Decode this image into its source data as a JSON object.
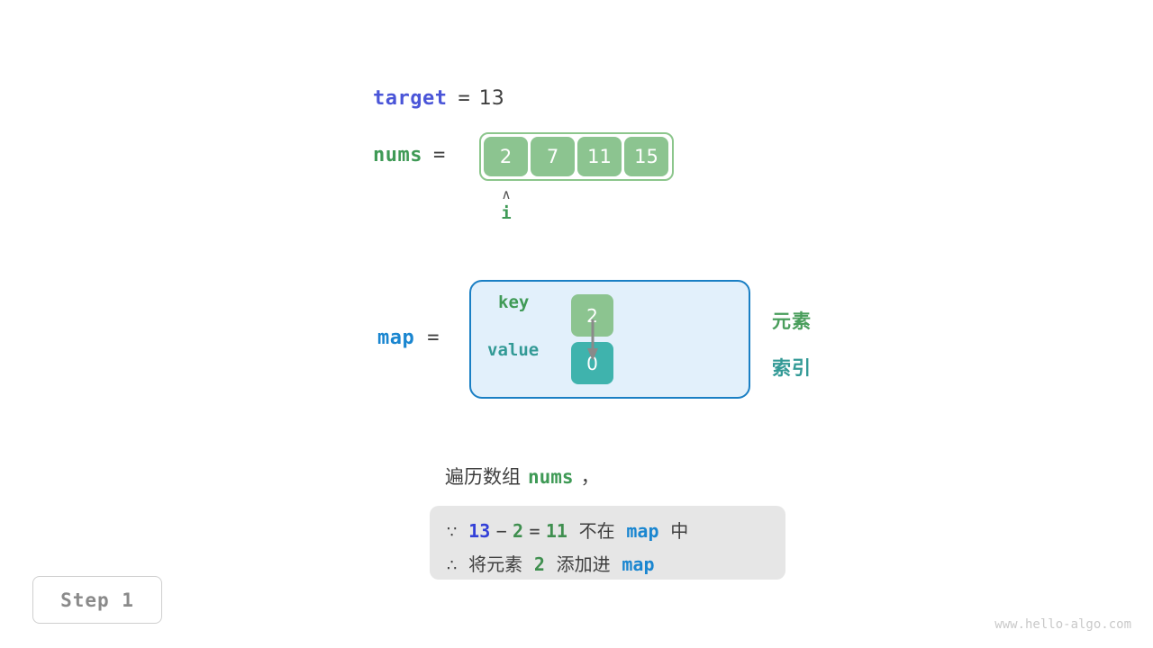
{
  "background_color": "#ffffff",
  "target": {
    "name": "target",
    "equals": "=",
    "value": "13",
    "name_color": "#4a55d8"
  },
  "nums": {
    "name": "nums",
    "equals": "=",
    "name_color": "#3f9a56",
    "cells": [
      "2",
      "7",
      "11",
      "15"
    ],
    "cell_color": "#8cc490",
    "container_border_color": "#8cc68c"
  },
  "pointer": {
    "caret": "∧",
    "label": "i",
    "label_color": "#3f9a56"
  },
  "map": {
    "name": "map",
    "equals": "=",
    "name_color": "#1a86d0",
    "box_fill": "#e2f0fb",
    "box_border": "#1a7fc4",
    "rows": [
      {
        "label": "key",
        "value": "2",
        "label_color": "#3f9a56",
        "cell_color": "#8cc490",
        "side_label": "元素",
        "side_label_color": "#4a9e5c"
      },
      {
        "label": "value",
        "value": "0",
        "label_color": "#339a96",
        "cell_color": "#3fb3ad",
        "side_label": "索引",
        "side_label_color": "#339a96"
      }
    ],
    "arrow_color": "#8a8a8a"
  },
  "caption": {
    "prefix": "遍历数组",
    "code": "nums",
    "suffix": "，"
  },
  "info_box": {
    "fill": "#e6e6e6",
    "line1": {
      "symbol": "∵",
      "a": "13",
      "minus": "−",
      "b": "2",
      "equals": "=",
      "result": "11",
      "text": "不在",
      "keyword": "map",
      "tail": "中"
    },
    "line2": {
      "symbol": "∴",
      "text1": "将元素",
      "value": "2",
      "text2": "添加进",
      "keyword": "map"
    }
  },
  "step_badge": {
    "label": "Step 1"
  },
  "watermark": {
    "text": "www.hello-algo.com"
  }
}
